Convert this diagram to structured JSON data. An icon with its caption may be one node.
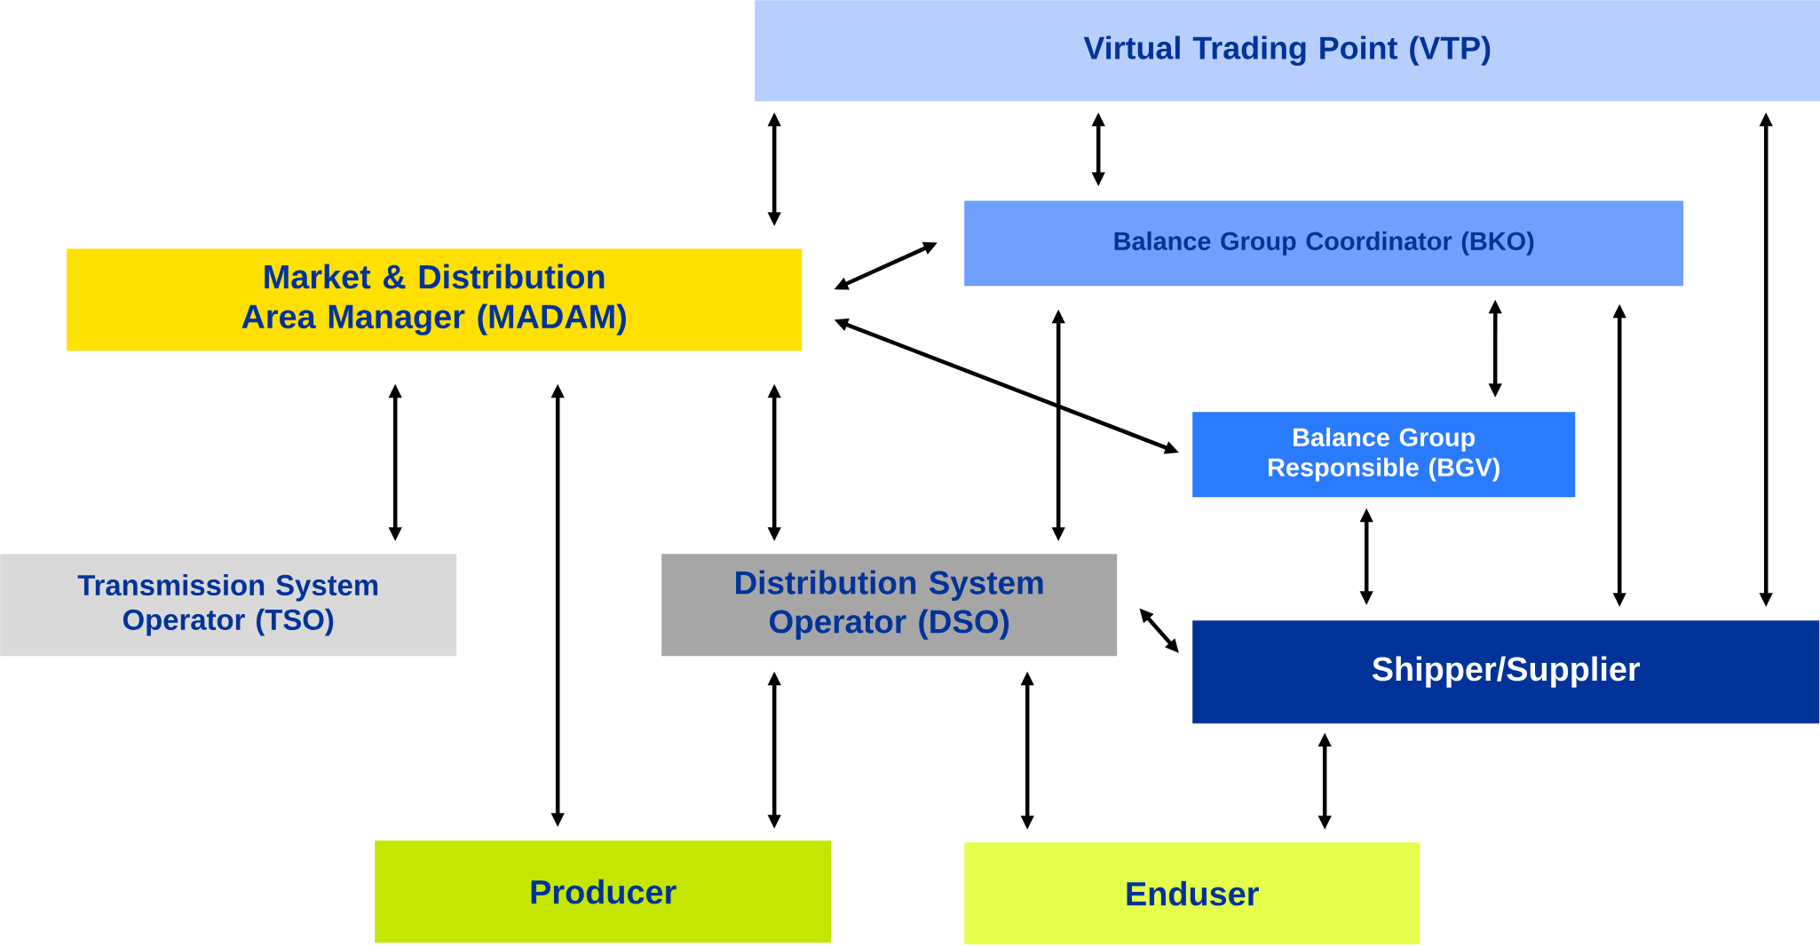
{
  "diagram": {
    "nodes": [
      {
        "text": [
          "Virtual Trading Point (VTP)"
        ]
      },
      {
        "text": [
          "Balance Group Coordinator (BKO)"
        ]
      },
      {
        "text": [
          "Market & Distribution Area Manager (MADAM)"
        ]
      },
      {
        "text": [
          "Balance Group Responsible (BGV)"
        ]
      },
      {
        "text": [
          "Transmission System Operator (TSO)"
        ]
      },
      {
        "text": [
          "Distribution System Operator (DSO)"
        ]
      },
      {
        "text": [
          "Shipper/Supplier"
        ]
      },
      {
        "text": [
          "Producer"
        ]
      },
      {
        "text": [
          "Enduser"
        ]
      }
    ],
    "edges": [
      {
        "from": 0,
        "to": 2,
        "arrow": "both"
      },
      {
        "from": 0,
        "to": 1,
        "arrow": "both"
      },
      {
        "from": 0,
        "to": 6,
        "arrow": "both"
      },
      {
        "from": 2,
        "to": 1,
        "arrow": "both"
      },
      {
        "from": 2,
        "to": 3,
        "arrow": "both"
      },
      {
        "from": 2,
        "to": 4,
        "arrow": "both"
      },
      {
        "from": 2,
        "to": 7,
        "arrow": "both"
      },
      {
        "from": 2,
        "to": 5,
        "arrow": "both"
      },
      {
        "from": 1,
        "to": 5,
        "arrow": "both"
      },
      {
        "from": 1,
        "to": 3,
        "arrow": "both"
      },
      {
        "from": 1,
        "to": 6,
        "arrow": "both"
      },
      {
        "from": 3,
        "to": 6,
        "arrow": "both"
      },
      {
        "from": 5,
        "to": 6,
        "arrow": "both"
      },
      {
        "from": 5,
        "to": 7,
        "arrow": "both"
      },
      {
        "from": 5,
        "to": 8,
        "arrow": "both"
      },
      {
        "from": 6,
        "to": 8,
        "arrow": "both"
      }
    ]
  }
}
